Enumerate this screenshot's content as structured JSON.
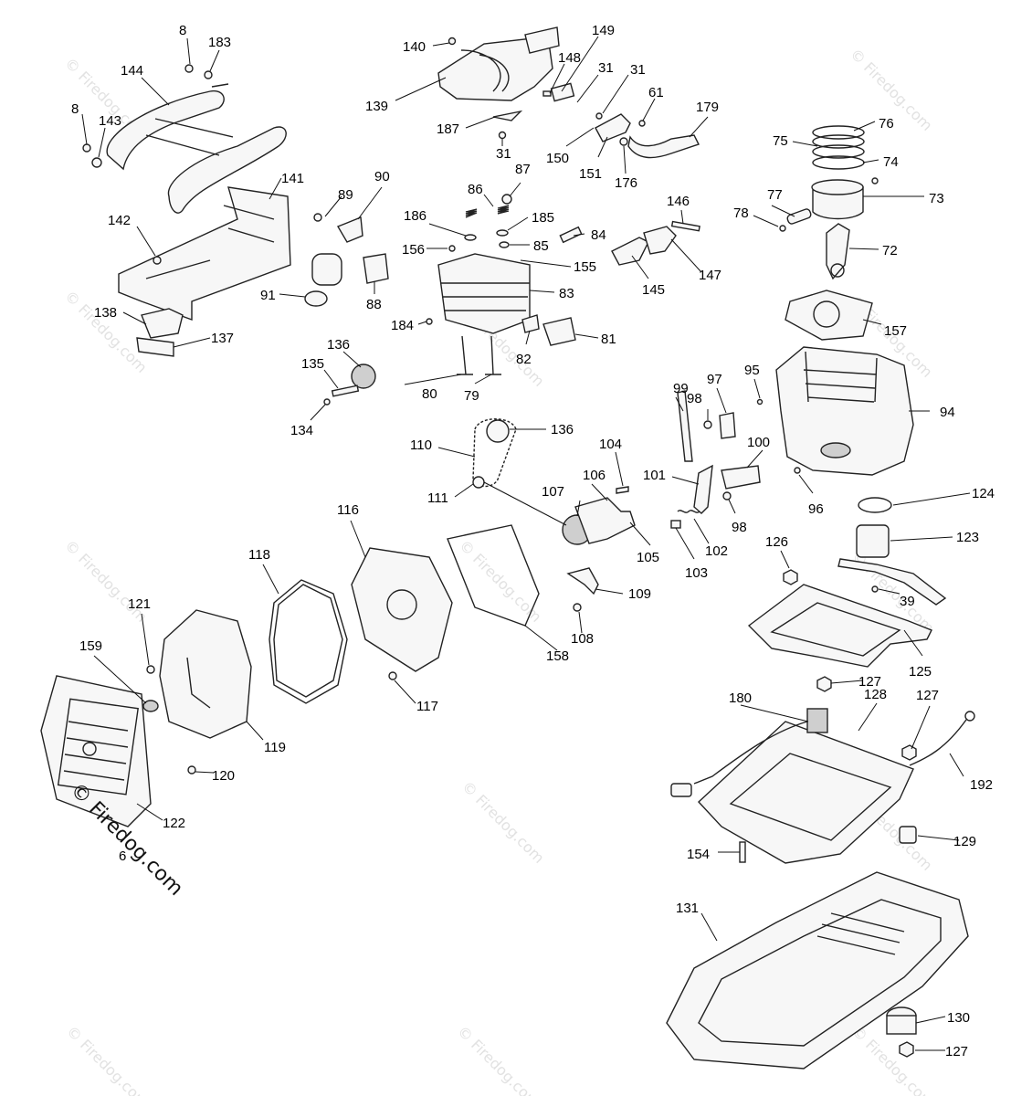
{
  "watermark": {
    "text": "© Firedog.com"
  },
  "callouts": {
    "c8a": "8",
    "c183": "183",
    "c144": "144",
    "c8b": "8",
    "c143": "143",
    "c141": "141",
    "c142": "142",
    "c138": "138",
    "c137": "137",
    "c140": "140",
    "c149": "149",
    "c148": "148",
    "c31a": "31",
    "c31b": "31",
    "c139": "139",
    "c187": "187",
    "c31c": "31",
    "c150": "150",
    "c151": "151",
    "c176": "176",
    "c61": "61",
    "c179": "179",
    "c76": "76",
    "c75": "75",
    "c74": "74",
    "c73": "73",
    "c77": "77",
    "c78": "78",
    "c72": "72",
    "c89": "89",
    "c90": "90",
    "c91": "91",
    "c88": "88",
    "c87": "87",
    "c86": "86",
    "c186": "186",
    "c185": "185",
    "c84": "84",
    "c85": "85",
    "c156": "156",
    "c155": "155",
    "c83": "83",
    "c184": "184",
    "c82": "82",
    "c81": "81",
    "c80": "80",
    "c79": "79",
    "c146": "146",
    "c145": "145",
    "c147": "147",
    "c157": "157",
    "c136a": "136",
    "c135": "135",
    "c134": "134",
    "c99": "99",
    "c97": "97",
    "c98a": "98",
    "c95": "95",
    "c94": "94",
    "c110": "110",
    "c136b": "136",
    "c104": "104",
    "c111": "111",
    "c106": "106",
    "c107": "107",
    "c105": "105",
    "c100": "100",
    "c101": "101",
    "c98b": "98",
    "c102": "102",
    "c103": "103",
    "c96": "96",
    "c124": "124",
    "c123": "123",
    "c126": "126",
    "c39": "39",
    "c125": "125",
    "c116": "116",
    "c118": "118",
    "c158": "158",
    "c109": "109",
    "c108": "108",
    "c121": "121",
    "c159": "159",
    "c117": "117",
    "c119": "119",
    "c120": "120",
    "c122": "122",
    "c6": "6",
    "c127a": "127",
    "c180": "180",
    "c128": "128",
    "c127b": "127",
    "c192": "192",
    "c129": "129",
    "c154": "154",
    "c131": "131",
    "c130": "130",
    "c127c": "127"
  }
}
